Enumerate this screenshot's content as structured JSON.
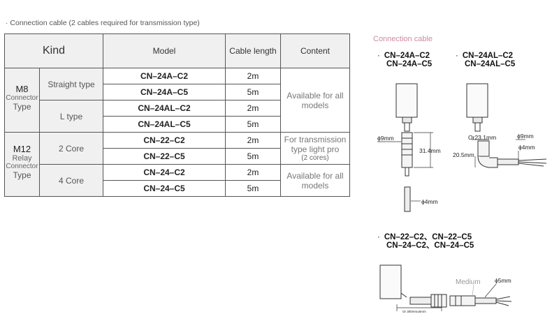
{
  "caption": "· Connection cable (2 cables required for transmission type)",
  "table": {
    "headers": {
      "kind": "Kind",
      "model": "Model",
      "cable_length": "Cable length",
      "content": "Content"
    },
    "groups": [
      {
        "name": "M8",
        "sub1": "Connector",
        "sub2": "Type"
      },
      {
        "name": "M12",
        "sub1": "Relay",
        "sub2": "Connector",
        "sub3": "Type"
      }
    ],
    "subtypes": [
      "Straight type",
      "L type",
      "2 Core",
      "4 Core"
    ],
    "rows": [
      {
        "model": "CN–24A–C2",
        "length": "2m"
      },
      {
        "model": "CN–24A–C5",
        "length": "5m"
      },
      {
        "model": "CN–24AL–C2",
        "length": "2m"
      },
      {
        "model": "CN–24AL–C5",
        "length": "5m"
      },
      {
        "model": "CN–22–C2",
        "length": "2m"
      },
      {
        "model": "CN–22–C5",
        "length": "5m"
      },
      {
        "model": "CN–24–C2",
        "length": "2m"
      },
      {
        "model": "CN–24–C5",
        "length": "5m"
      }
    ],
    "content": {
      "m8": "Available for all models",
      "m12_2core": "For transmission type light pro",
      "m12_2core_note": "(2 cores)",
      "m12_4core": "Available for all models"
    }
  },
  "right": {
    "title": "Connection cable",
    "item1": {
      "line1": "CN–24A–C2",
      "line2": "CN–24A–C5"
    },
    "item2": {
      "line1": "CN–24AL–C2",
      "line2": "CN–24AL–C5"
    },
    "item3": {
      "line1": "CN–22–C2、CN–22–C5",
      "line2": "CN–24–C2、CN–24–C5"
    },
    "dims": {
      "d9": "ϕ9mm",
      "len314": "31.4mm",
      "d4": "ϕ4mm",
      "or231": "Or23.1mm",
      "d9b": "ϕ9mm",
      "len205": "20.5mm",
      "d4b": "ϕ4mm",
      "medium": "Medium",
      "d5": "ϕ5mm",
      "small": "Or 300mm±5mm"
    }
  }
}
